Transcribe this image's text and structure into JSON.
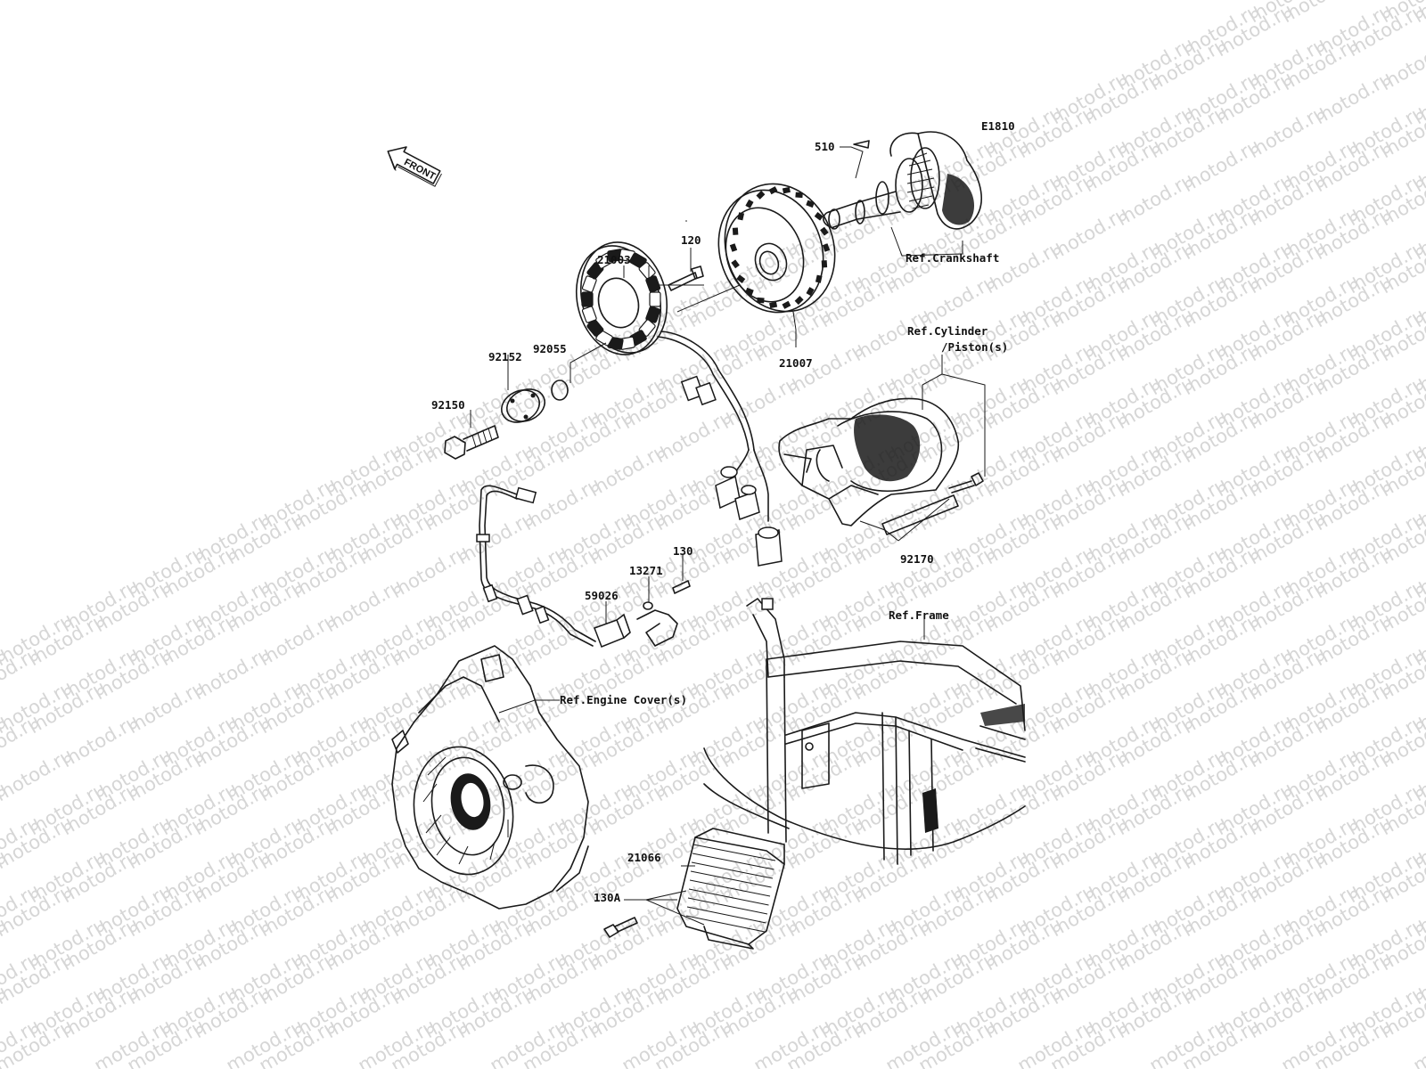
{
  "watermark": "motod.ru",
  "diagram_code": "E1810",
  "front_label": "FRONT",
  "parts": {
    "p510": "510",
    "p120": "120",
    "p21003": "21003",
    "p21007": "21007",
    "p92152": "92152",
    "p92055": "92055",
    "p92150": "92150",
    "p92170": "92170",
    "p130": "130",
    "p13271": "13271",
    "p59026": "59026",
    "p21066": "21066",
    "p130A": "130A"
  },
  "refs": {
    "crankshaft": "Ref.Crankshaft",
    "cylinder_line1": "Ref.Cylinder",
    "cylinder_line2": "/Piston(s)",
    "frame": "Ref.Frame",
    "engine_cover": "Ref.Engine Cover(s)"
  }
}
